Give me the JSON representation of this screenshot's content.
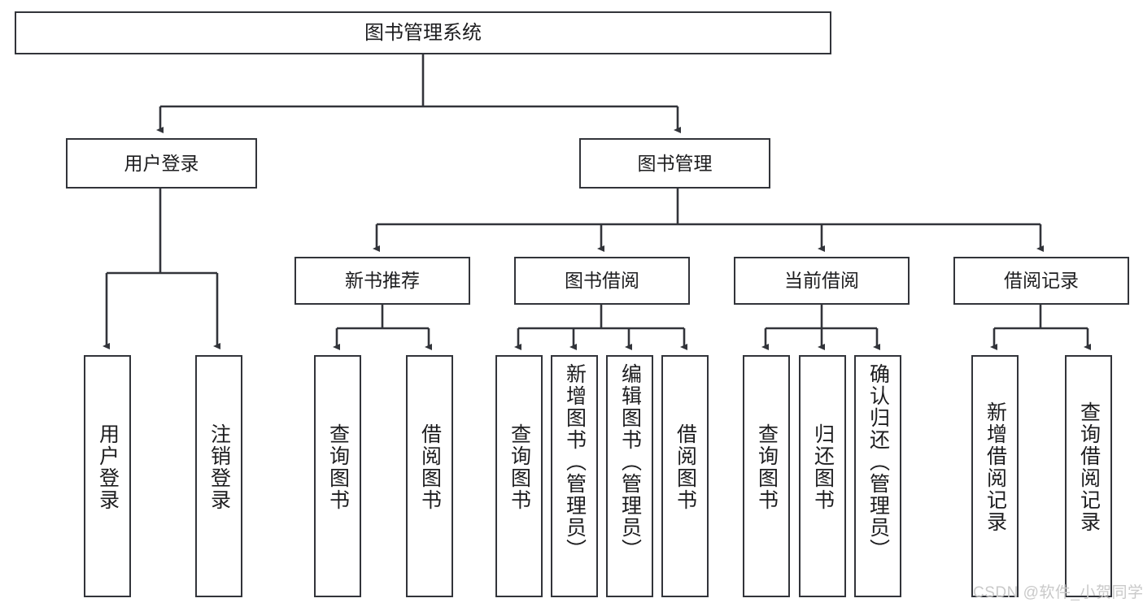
{
  "diagram": {
    "title": "图书管理系统",
    "type": "hierarchy-tree",
    "root": {
      "label": "图书管理系统"
    },
    "level2": [
      {
        "label": "用户登录"
      },
      {
        "label": "图书管理"
      }
    ],
    "level3": [
      {
        "label": "新书推荐"
      },
      {
        "label": "图书借阅"
      },
      {
        "label": "当前借阅"
      },
      {
        "label": "借阅记录"
      }
    ],
    "leaves": {
      "user_login": [
        {
          "label": "用户登录"
        },
        {
          "label": "注销登录"
        }
      ],
      "new_book_recommend": [
        {
          "label": "查询图书"
        },
        {
          "label": "借阅图书"
        }
      ],
      "book_borrow": [
        {
          "label": "查询图书"
        },
        {
          "label": "新增图书（管理员）"
        },
        {
          "label": "编辑图书（管理员）"
        },
        {
          "label": "借阅图书"
        }
      ],
      "current_borrow": [
        {
          "label": "查询图书"
        },
        {
          "label": "归还图书"
        },
        {
          "label": "确认归还（管理员）"
        }
      ],
      "borrow_record": [
        {
          "label": "新增借阅记录"
        },
        {
          "label": "查询借阅记录"
        }
      ]
    }
  },
  "watermark": {
    "text": "CSDN @软件_小贺同学"
  },
  "colors": {
    "stroke": "#32343a",
    "background": "#ffffff",
    "text": "#1d1d1f",
    "watermark": "#c9c9c9"
  }
}
